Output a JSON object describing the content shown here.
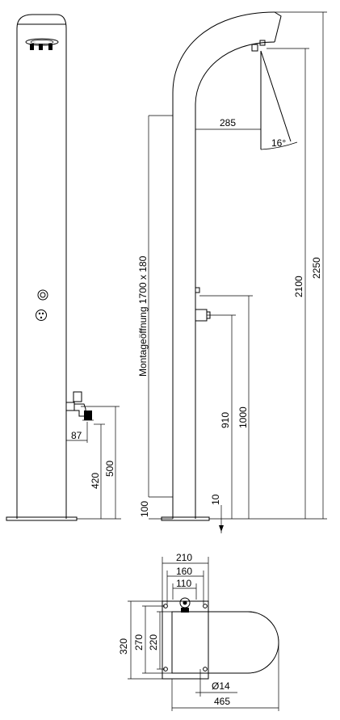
{
  "labels": {
    "d87": "87",
    "d420": "420",
    "d500": "500",
    "d100": "100",
    "d10": "10",
    "d910": "910",
    "d1000": "1000",
    "d2100": "2100",
    "d2250": "2250",
    "d285": "285",
    "angle": "16°",
    "mounting": "Montageöffnung 1700 x 180",
    "d210": "210",
    "d160": "160",
    "d110": "110",
    "d320": "320",
    "d270": "270",
    "d220": "220",
    "dia14": "Ø14",
    "d465": "465"
  }
}
